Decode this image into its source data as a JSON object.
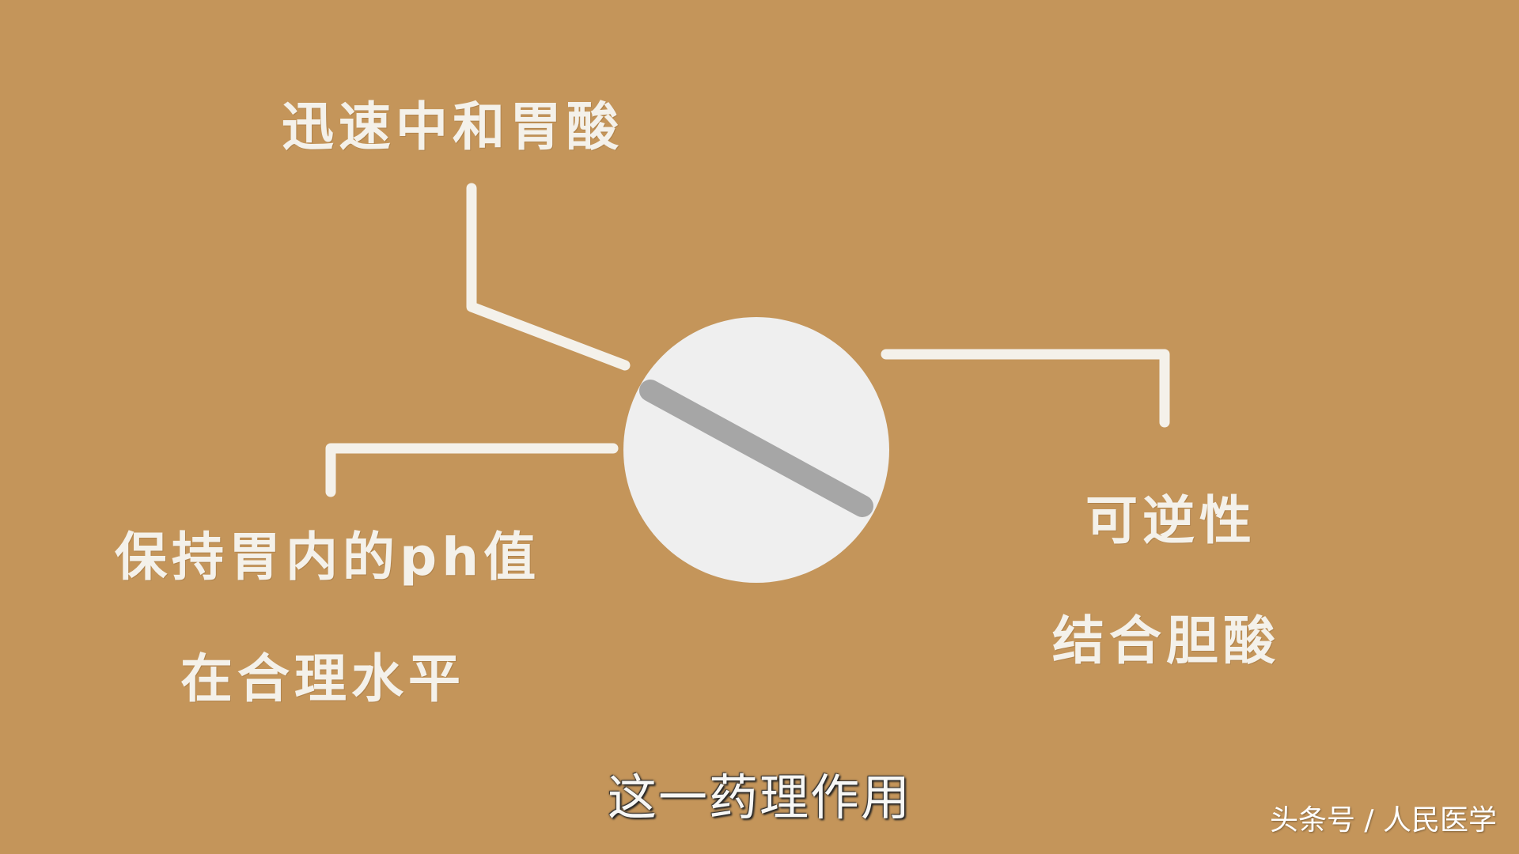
{
  "colors": {
    "background": "#c4955a",
    "lines": "#f4f1ea",
    "pill": "#efefef",
    "pill_score": "#a6a6a6"
  },
  "labels": {
    "top": "迅速中和胃酸",
    "left_line1": "保持胃内的ph值",
    "left_line2": "在合理水平",
    "right_line1": "可逆性",
    "right_line2": "结合胆酸"
  },
  "subtitle": "这一药理作用",
  "watermark": "头条号 / 人民医学",
  "icons": {
    "pill": "tablet-pill-icon"
  }
}
